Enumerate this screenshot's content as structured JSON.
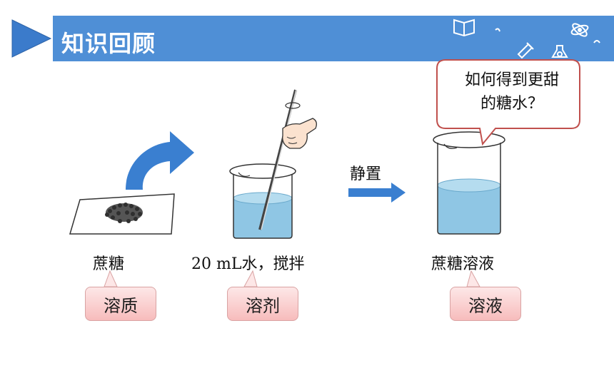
{
  "banner": {
    "title": "知识回顾"
  },
  "steps": {
    "solute_name": "蔗糖",
    "solvent_label": "20 mL水，搅拌",
    "settle_label": "静置",
    "solution_name": "蔗糖溶液"
  },
  "tags": {
    "solute": "溶质",
    "solvent": "溶剂",
    "solution": "溶液"
  },
  "callout": {
    "line1": "如何得到更甜",
    "line2": "的糖水？"
  },
  "colors": {
    "banner": "#4f8fd6",
    "arrow": "#3a7fd0",
    "water": "#8fc6e4",
    "tag_bg": "#f7bcbc",
    "callout_border": "#c0504d"
  }
}
